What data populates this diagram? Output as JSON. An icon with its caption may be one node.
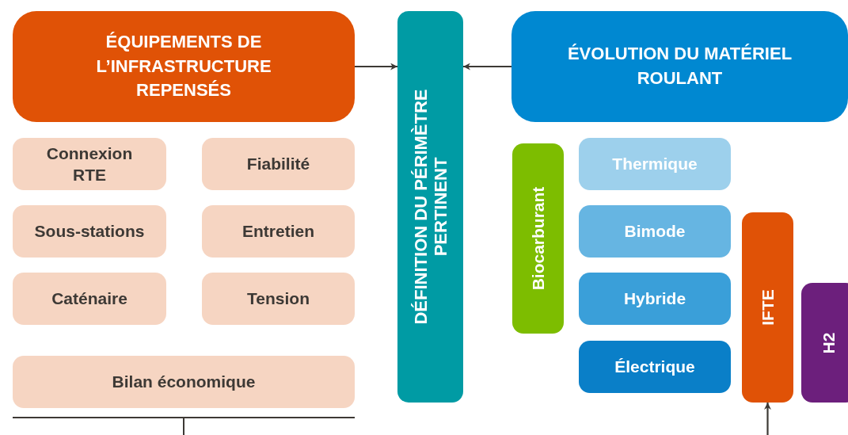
{
  "diagram": {
    "nodes": [
      {
        "text": [
          "ÉQUIPEMENTS DE L’INFRASTRUCTURE REPENSÉS"
        ]
      },
      {
        "text": [
          "Connexion RTE"
        ]
      },
      {
        "text": [
          "Fiabilité"
        ]
      },
      {
        "text": [
          "Sous-stations"
        ]
      },
      {
        "text": [
          "Entretien"
        ]
      },
      {
        "text": [
          "Caténaire"
        ]
      },
      {
        "text": [
          "Tension"
        ]
      },
      {
        "text": [
          "Bilan économique"
        ]
      },
      {
        "text": [
          "DÉFINITION DU PÉRIMÈTRE PERTINENT"
        ]
      },
      {
        "text": [
          "ÉVOLUTION DU MATÉRIEL ROULANT"
        ]
      },
      {
        "text": [
          "Biocarburant"
        ]
      },
      {
        "text": [
          "Thermique"
        ]
      },
      {
        "text": [
          "Bimode"
        ]
      },
      {
        "text": [
          "Hybride"
        ]
      },
      {
        "text": [
          "Électrique"
        ]
      },
      {
        "text": [
          "IFTE"
        ]
      },
      {
        "text": [
          "H2"
        ]
      }
    ],
    "edges": [
      {
        "from": 0,
        "to": 8,
        "arrow": "to"
      },
      {
        "from": 9,
        "to": 8,
        "arrow": "to"
      },
      {
        "from": null,
        "to": 15,
        "arrow": "to"
      }
    ]
  }
}
